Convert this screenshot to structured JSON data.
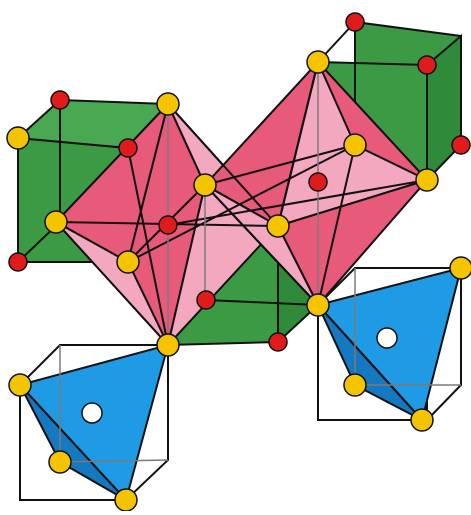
{
  "figure": {
    "description_text": "",
    "colors": {
      "green": "#3c9a45",
      "pink_light": "#f4a8c0",
      "pink_dark": "#e85a7a",
      "blue": "#1f9be6",
      "red_atom": "#e01b1b",
      "yellow_atom": "#f5c400",
      "white_atom": "#ffffff",
      "edge": "#111111",
      "grid_gray": "#7a7a7a"
    },
    "counts": {
      "green_cubes": 3,
      "pink_octahedra": 2,
      "blue_tetrahedra": 2,
      "white_cubes": 2
    }
  }
}
